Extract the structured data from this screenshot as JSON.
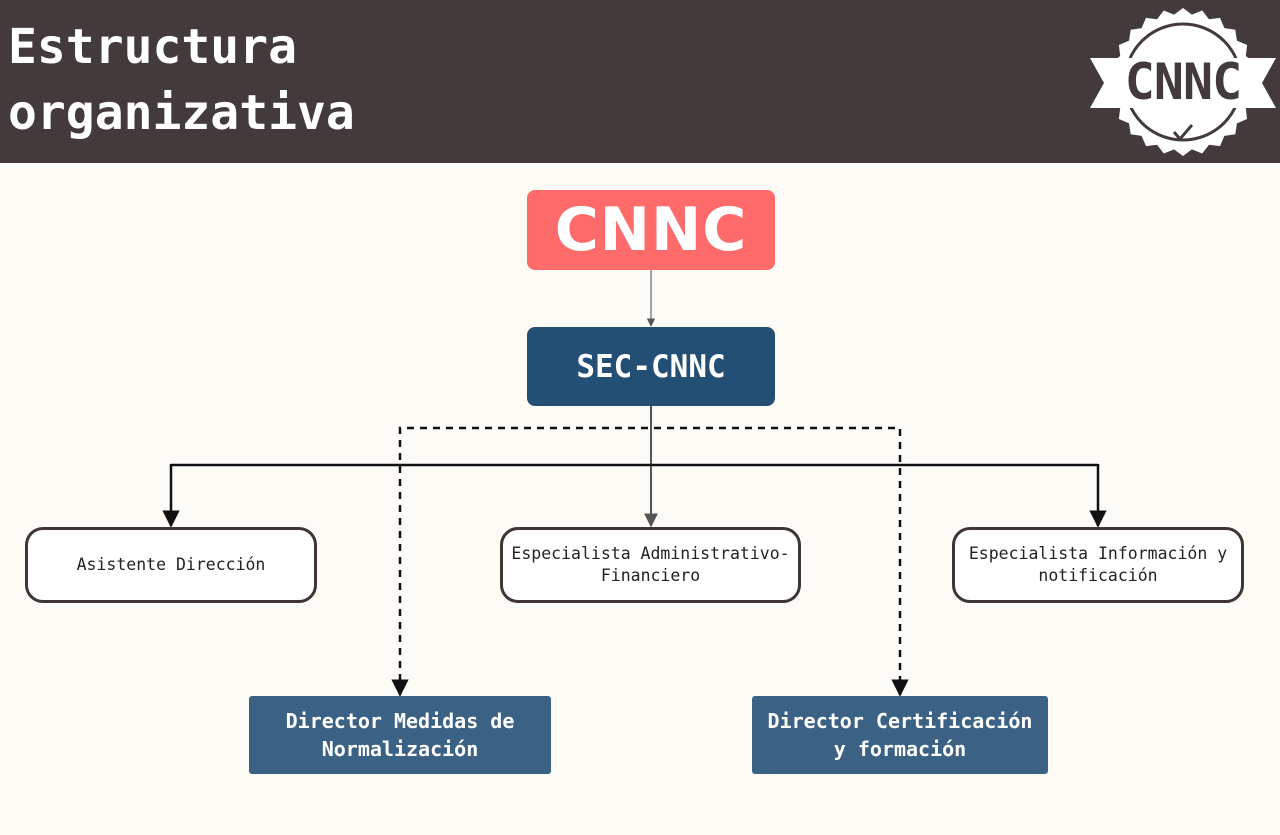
{
  "header": {
    "title": "Estructura\norganizativa",
    "logo_text": "CNNC"
  },
  "org_chart": {
    "root": "CNNC",
    "secretariat": "SEC-CNNC",
    "staff": [
      {
        "label": "Asistente Dirección"
      },
      {
        "label": "Especialista Administrativo-\nFinanciero"
      },
      {
        "label": "Especialista Información y\nnotificación"
      }
    ],
    "directors": [
      {
        "label": "Director Medidas de\nNormalización"
      },
      {
        "label": "Director Certificación\ny formación"
      }
    ]
  },
  "colors": {
    "header_bg": "#433a3b",
    "page_bg": "#fdfbf6",
    "root_node": "#ff6a6a",
    "secretariat_node": "#224f73",
    "director_node": "#3b6284",
    "connector": "#000000"
  }
}
